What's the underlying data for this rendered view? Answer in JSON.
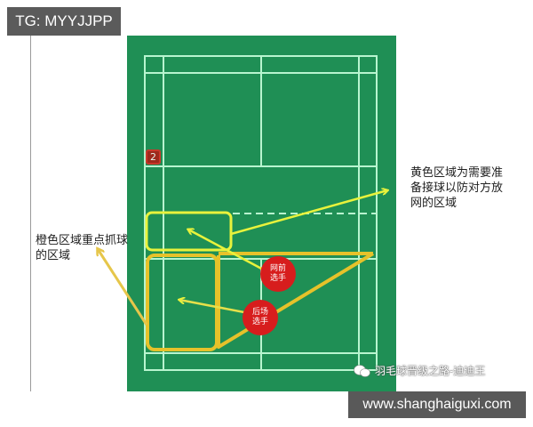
{
  "header": {
    "tag_label": "TG: MYYJJPP"
  },
  "court": {
    "badge_number": "2",
    "colors": {
      "surface": "#1f8f55",
      "lines": "#b8f5cf",
      "yellow_zone": "#e8f23c",
      "orange_zone": "#e6c22a",
      "player": "#d71d1d",
      "badge": "#9e2a1c"
    },
    "players": [
      {
        "id": "front",
        "label_line1": "网前",
        "label_line2": "选手"
      },
      {
        "id": "back",
        "label_line1": "后场",
        "label_line2": "选手"
      }
    ]
  },
  "annotations": {
    "yellow_note": "黄色区域为需要准备接球以防对方放网的区域",
    "orange_note": "橙色区域重点抓球的区域"
  },
  "footer": {
    "watermark": "羽毛球晋级之路-迪迪王",
    "url": "www.shanghaiguxi.com"
  }
}
